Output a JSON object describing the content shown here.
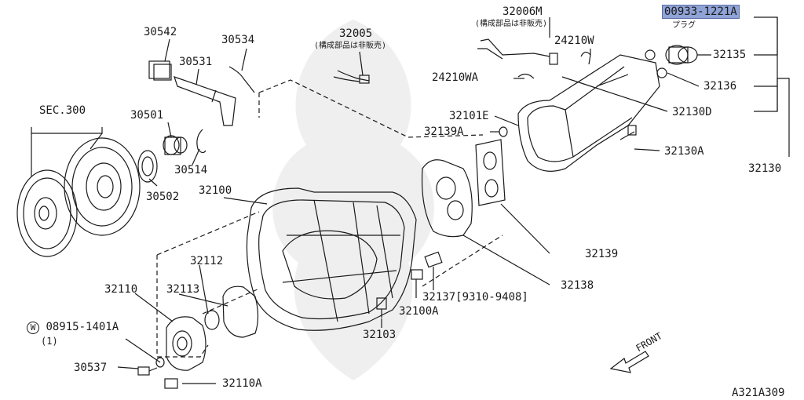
{
  "diagram": {
    "labels": {
      "p30542": "30542",
      "p30534": "30534",
      "p32005": "32005",
      "p32005_note": "(構成部品は非販売)",
      "p32006m": "32006M",
      "p32006m_note": "(構成部品は非販売)",
      "p00933": "00933-1221A",
      "p00933_note": "プラグ",
      "p30531": "30531",
      "p24210w": "24210W",
      "p24210wa": "24210WA",
      "p32135": "32135",
      "p32136": "32136",
      "p32130d": "32130D",
      "sec300": "SEC.300",
      "p30501": "30501",
      "p32101e": "32101E",
      "p32139a": "32139A",
      "p32130a": "32130A",
      "p32130": "32130",
      "p30514": "30514",
      "p30502": "30502",
      "p32100": "32100",
      "p32139": "32139",
      "p32112": "32112",
      "p32138": "32138",
      "p32110": "32110",
      "p32113": "32113",
      "p32137": "32137[9310-9408]",
      "p32100a": "32100A",
      "p08915": "08915-1401A",
      "p08915_qty": "(1)",
      "p08915_mark": "W",
      "p32103": "32103",
      "p30537": "30537",
      "p32110a": "32110A",
      "front": "FRONT",
      "ref": "A321A309"
    }
  }
}
